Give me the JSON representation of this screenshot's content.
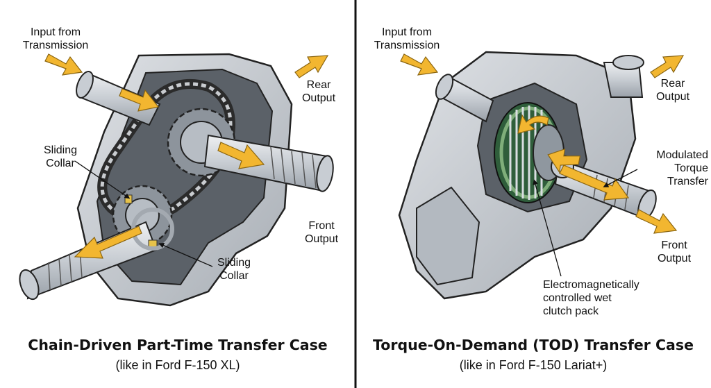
{
  "left_panel": {
    "labels": {
      "input": "Input from\nTransmission",
      "rear": "Rear\nOutput",
      "sliding_collar_top": "Sliding\nCollar",
      "front": "Front\nOutput",
      "sliding_collar_bottom": "Sliding\nCollar"
    },
    "title": "Chain-Driven Part-Time Transfer Case",
    "subtitle": "(like in Ford F-150 XL)"
  },
  "right_panel": {
    "labels": {
      "input": "Input from\nTransmission",
      "rear": "Rear\nOutput",
      "modulated": "Modulated\nTorque\nTransfer",
      "front": "Front\nOutput",
      "clutch": "Electromagnetically\ncontrolled wet\nclutch pack"
    },
    "title": "Torque-On-Demand (TOD) Transfer Case",
    "subtitle": "(like in Ford F-150 Lariat+)"
  },
  "colors": {
    "arrow": "#f2b630",
    "casing": "#cfd3d8",
    "divider": "#111111",
    "sliding_collar": "#e6c24a",
    "clutch_ring": "#7fae7a"
  },
  "icons": [
    "flow-arrow",
    "shaft",
    "chain-loop",
    "sprocket",
    "clutch-pack"
  ]
}
